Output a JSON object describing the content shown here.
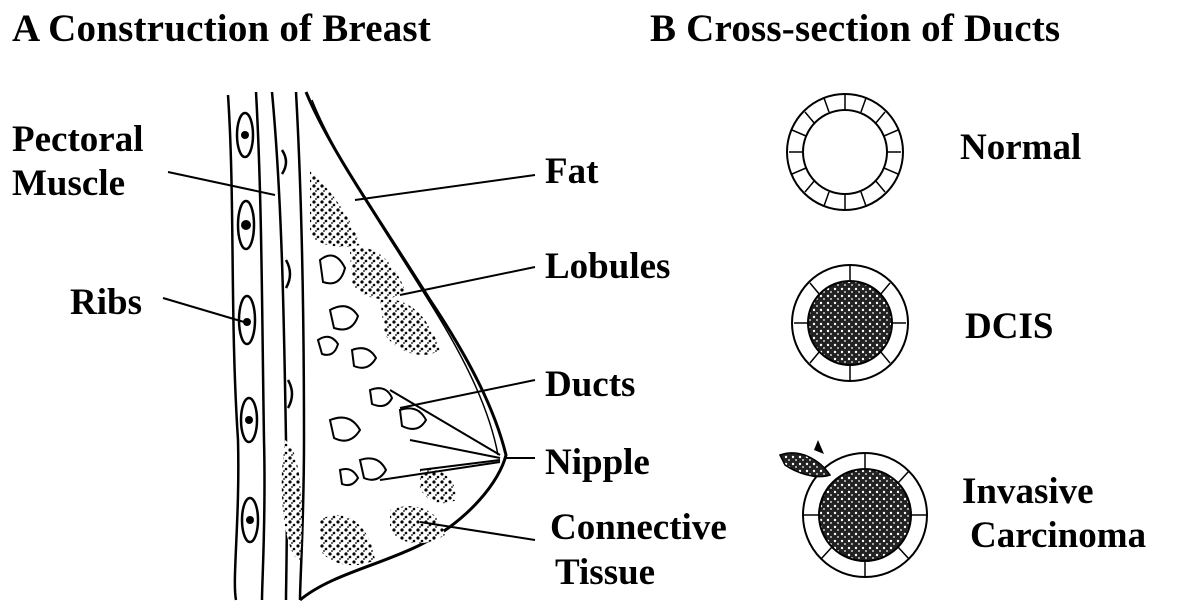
{
  "panel_a": {
    "title": "A  Construction of Breast",
    "labels": {
      "pectoral_muscle_line1": "Pectoral",
      "pectoral_muscle_line2": "Muscle",
      "ribs": "Ribs",
      "fat": "Fat",
      "lobules": "Lobules",
      "ducts": "Ducts",
      "nipple": "Nipple",
      "connective_tissue_line1": "Connective",
      "connective_tissue_line2": "Tissue"
    }
  },
  "panel_b": {
    "title": "B  Cross-section of Ducts",
    "labels": {
      "normal": "Normal",
      "dcis": "DCIS",
      "invasive_line1": "Invasive",
      "invasive_line2": "Carcinoma"
    }
  }
}
